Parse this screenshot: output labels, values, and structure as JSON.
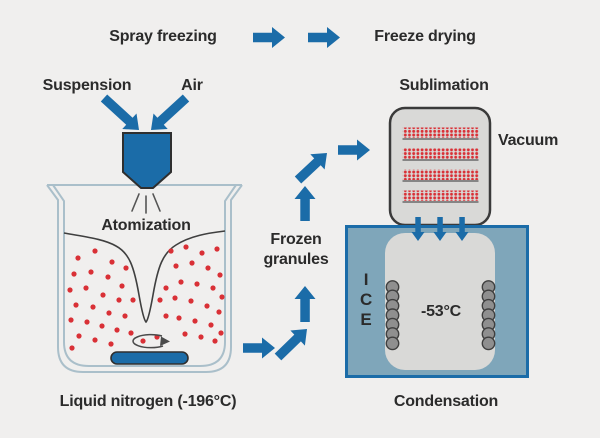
{
  "flow_header": {
    "step1": "Spray freezing",
    "step2": "Freeze drying"
  },
  "spray_freezer": {
    "inlet_left": "Suspension",
    "inlet_right": "Air",
    "process_label": "Atomization",
    "bath_label": "Liquid nitrogen (-196°C)"
  },
  "transfer": {
    "label_line1": "Frozen",
    "label_line2": "granules"
  },
  "freeze_dryer": {
    "chamber_label": "Sublimation",
    "vacuum_label": "Vacuum",
    "ice_letters": [
      "I",
      "C",
      "E"
    ],
    "condenser_temp": "-53°C",
    "condenser_label": "Condensation"
  },
  "colors": {
    "background": "#f0efee",
    "text": "#2b2b2b",
    "arrow": "#1b6ca8",
    "droplet": "#d93036",
    "beaker_outline": "#aabfca",
    "chamber_fill": "#d9d9d7",
    "chamber_border": "#3a3a3a",
    "shelf": "#858585",
    "condenser_fill": "#7fa6ba",
    "condenser_border": "#1b6ca8",
    "coil": "#8f8f8f"
  }
}
